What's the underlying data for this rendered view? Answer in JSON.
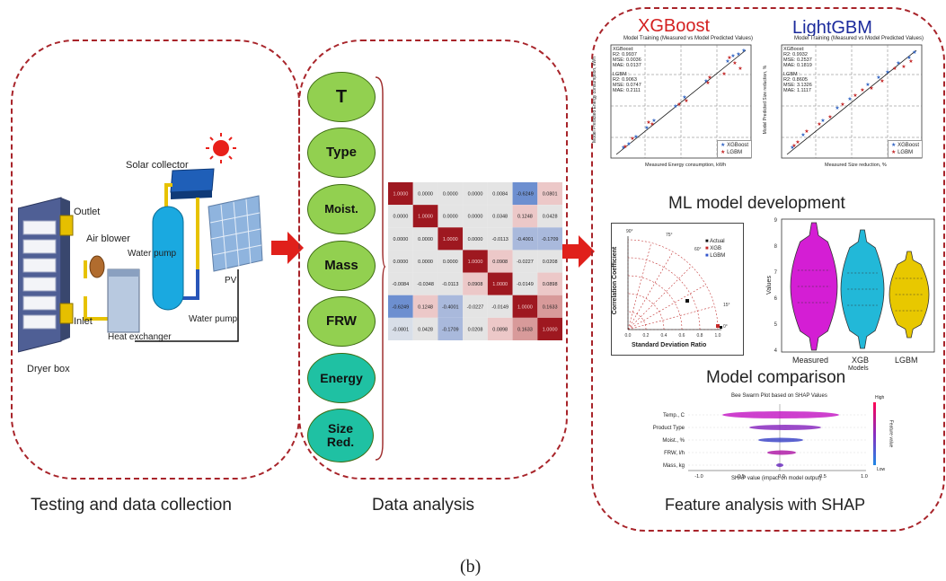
{
  "captions": {
    "testing": "Testing and data collection",
    "analysis": "Data analysis",
    "ml_dev": "ML model development",
    "comparison": "Model comparison",
    "shap": "Feature analysis with SHAP",
    "figure": "(b)"
  },
  "dryer": {
    "solar_collector": "Solar collector",
    "outlet": "Outlet",
    "air_blower": "Air blower",
    "water_pump_1": "Water pump",
    "water_pump_2": "Water pump",
    "pv": "PV",
    "inlet": "Inlet",
    "heat_exchanger": "Heat exchanger",
    "dryer_box": "Dryer box"
  },
  "variables": [
    {
      "label": "T",
      "color": "green"
    },
    {
      "label": "Type",
      "color": "green"
    },
    {
      "label": "Moist.",
      "color": "green"
    },
    {
      "label": "Mass",
      "color": "green"
    },
    {
      "label": "FRW",
      "color": "green"
    },
    {
      "label": "Energy",
      "color": "teal"
    },
    {
      "label": "Size Red.",
      "color": "teal"
    }
  ],
  "colors": {
    "accent_red": "#a8242a",
    "arrow_red": "#e0201b",
    "oval_green": "#92d050",
    "oval_teal": "#1fc1a3",
    "xgb_blue": "#3366c4",
    "lgbm_blue": "#1a2a9c"
  },
  "heatmap": {
    "rows": [
      [
        "1.0000",
        "0.0000",
        "0.0000",
        "0.0000",
        "0.0084",
        "-0.6249",
        "0.0801"
      ],
      [
        "0.0000",
        "1.0000",
        "0.0000",
        "0.0000",
        "0.0348",
        "0.1248",
        "0.0428"
      ],
      [
        "0.0000",
        "0.0000",
        "1.0000",
        "0.0000",
        "-0.0113",
        "-0.4001",
        "-0.1709"
      ],
      [
        "0.0000",
        "0.0000",
        "0.0000",
        "1.0000",
        "0.0908",
        "-0.0227",
        "0.0208"
      ],
      [
        "-0.0084",
        "-0.0348",
        "-0.0113",
        "0.0908",
        "1.0000",
        "-0.0149",
        "0.0898"
      ],
      [
        "-0.6249",
        "0.1248",
        "-0.4001",
        "-0.0227",
        "-0.0149",
        "1.0000",
        "0.1633"
      ],
      [
        "-0.0801",
        "0.0428",
        "-0.1709",
        "0.0208",
        "0.0898",
        "0.1633",
        "1.0000"
      ]
    ]
  },
  "xgboost_plot": {
    "heading": "XGBoost",
    "title": "Model Training (Measured vs Model Predicted Values)",
    "xlabel": "Measured Energy consumption, kWh",
    "ylabel": "Model Predicted Energy consumption, kWh",
    "stats_xgb": [
      "XGBoost:",
      "R2: 0.9937",
      "MSE: 0.0036",
      "MAE: 0.0137"
    ],
    "stats_lgbm": [
      "LGBM :",
      "R2: 0.9063",
      "MSE: 0.0747",
      "MAE: 0.2111"
    ],
    "legend": [
      "XGBoost",
      "LGBM"
    ]
  },
  "lightgbm_plot": {
    "heading": "LightGBM",
    "title": "Model Training (Measured vs Model Predicted Values)",
    "xlabel": "Measured Size reduction, %",
    "ylabel": "Model Predicted Size reduction, %",
    "stats_xgb": [
      "XGBoost:",
      "R2: 0.9932",
      "MSE: 0.2537",
      "MAE: 0.1819"
    ],
    "stats_lgbm": [
      "LGBM :",
      "R2: 0.8605",
      "MSE: 3.1326",
      "MAE: 1.1117"
    ],
    "legend": [
      "XGBoost",
      "LGBM"
    ]
  },
  "taylor": {
    "ylabel": "Correlation Coefficient",
    "xlabel": "Standard Deviation Ratio",
    "legend": [
      "Actual",
      "XGB",
      "LGBM"
    ],
    "angle_labels": [
      "90°",
      "75°",
      "60°",
      "15°",
      "0°"
    ],
    "x_ticks": [
      "0.0",
      "0.2",
      "0.4",
      "0.6",
      "0.8",
      "1.0"
    ]
  },
  "violin": {
    "ylabel": "Values",
    "xlabel": "Models",
    "categories": [
      "Measured",
      "XGB",
      "LGBM"
    ],
    "y_ticks": [
      "4",
      "5",
      "6",
      "7",
      "8",
      "9"
    ]
  },
  "shap": {
    "title": "Bee Swarm Plot based on SHAP Values",
    "features": [
      "Temp., C",
      "Product Type",
      "Moist., %",
      "FRW, l/h",
      "Mass, kg"
    ],
    "xlabel": "SHAP value (impact on model output)",
    "x_ticks": [
      "-1.0",
      "-0.5",
      "0.0",
      "0.5",
      "1.0"
    ],
    "colorbar_high": "High",
    "colorbar_low": "Low",
    "colorbar_label": "Feature value"
  }
}
